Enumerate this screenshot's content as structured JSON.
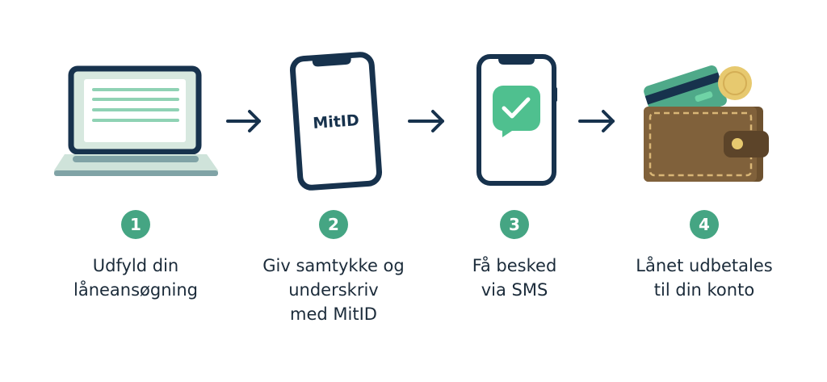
{
  "steps": [
    {
      "number": "1",
      "icon": "laptop-form-icon",
      "lines": [
        "Udfyld din",
        "låneansøgning"
      ]
    },
    {
      "number": "2",
      "icon": "phone-mitid-icon",
      "screen_text": "MitID",
      "lines": [
        "Giv samtykke og",
        "underskriv",
        "med MitID"
      ]
    },
    {
      "number": "3",
      "icon": "phone-sms-check-icon",
      "lines": [
        "Få besked",
        "via SMS"
      ]
    },
    {
      "number": "4",
      "icon": "wallet-icon",
      "lines": [
        "Lånet udbetales",
        "til din konto"
      ]
    }
  ],
  "colors": {
    "navy": "#17324d",
    "green": "#45a583",
    "brown": "#7e5f3a",
    "gold": "#e7c96f"
  }
}
